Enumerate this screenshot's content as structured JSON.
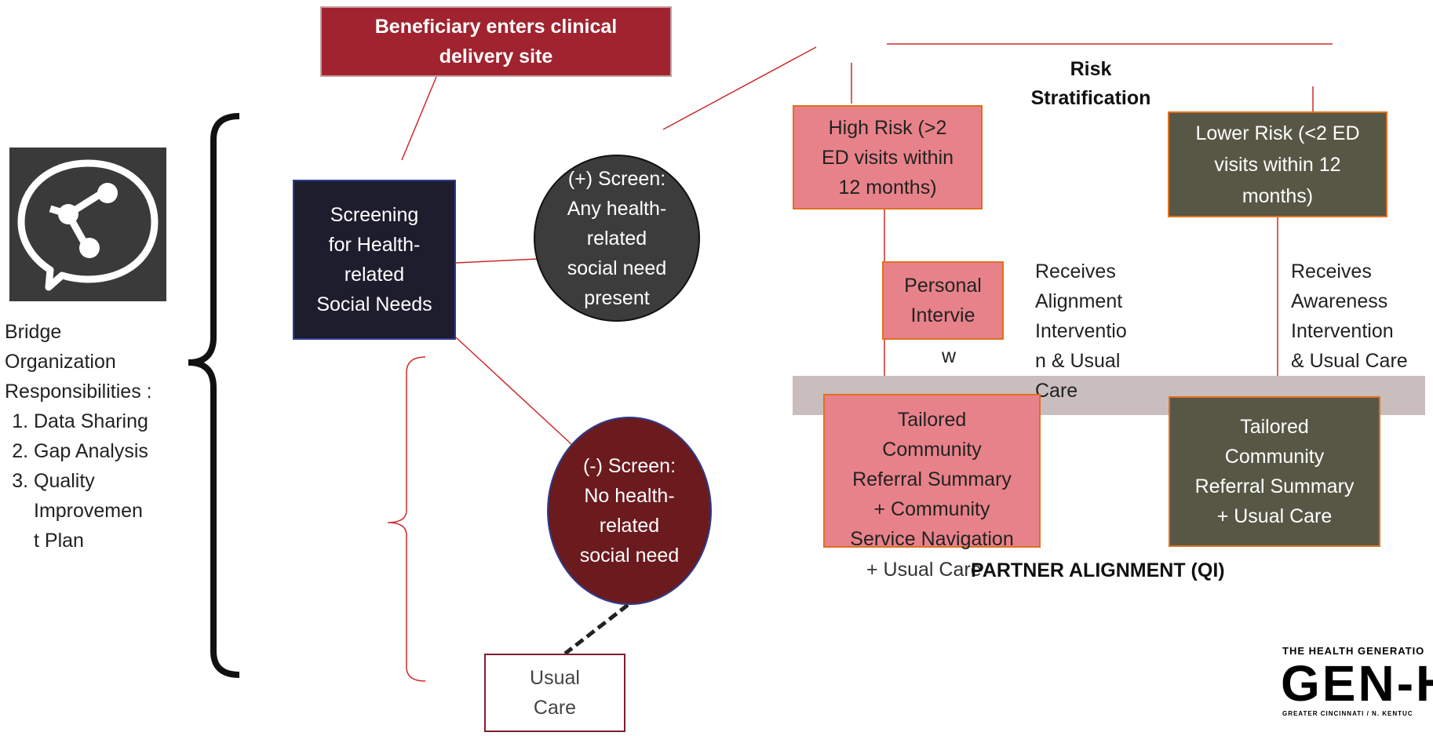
{
  "diagram": {
    "entry_box": "Beneficiary enters clinical\ndelivery site",
    "screening_box": "Screening\nfor Health-\nrelated\nSocial Needs",
    "positive_screen": "(+) Screen:\nAny health-\nrelated\nsocial need\npresent",
    "negative_screen": "(-) Screen:\nNo health-\nrelated\nsocial need",
    "usual_care_box": "Usual\nCare",
    "risk_stratification": "Risk\nStratification",
    "high_risk_box": "High Risk (>2\nED visits within\n12 months)",
    "lower_risk_box": "Lower Risk (<2 ED\nvisits within 12\nmonths)",
    "personal_interview_box": "Personal\nIntervie",
    "personal_interview_overflow": "w",
    "high_receives": "Receives\nAlignment\nInterventio\nn & Usual\nCare",
    "low_receives": "Receives\nAwareness\nIntervention\n& Usual Care",
    "high_tailored_box": "Tailored\nCommunity\nReferral Summary\n+ Community\nService Navigation",
    "high_tailored_overflow": "+  Usual Care",
    "low_tailored_box": "Tailored\nCommunity\nReferral Summary\n+ Usual Care",
    "partner_alignment": "PARTNER ALIGNMENT (QI)",
    "bridge": {
      "heading": "Bridge\nOrganization\nResponsibilities :",
      "items": [
        "Data Sharing",
        "Gap Analysis",
        "Quality\nImprovemen\nt Plan"
      ]
    },
    "logo": {
      "icon": "share-network-chat-icon",
      "top_text": "THE HEALTH GENERATIO",
      "main_text": "GEN-H",
      "bottom_text": "GREATER CINCINNATI / N. KENTUC"
    }
  },
  "colors": {
    "maroon": "#a0232f",
    "navy": "#1e1d2e",
    "dark_gray": "#3c3c3c",
    "dark_red": "#6b1a1e",
    "pink": "#e8828a",
    "olive": "#575746",
    "band": "#c9bdbd",
    "line_red": "#cc2b2b"
  }
}
